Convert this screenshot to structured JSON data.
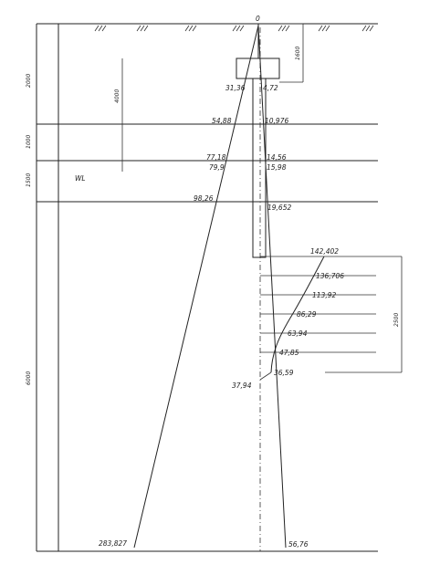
{
  "drawing": {
    "top_marker": "0",
    "wl_label": "WL",
    "dimensions": {
      "d2000": "2000",
      "d1000": "1000",
      "d1500": "1500",
      "d6000": "6000",
      "d4000": "4000",
      "d1600": "1600",
      "d2500": "2500"
    },
    "left_values": {
      "v1": "31,36",
      "v2": "54,88",
      "v3": "77,18",
      "v4": "79,9",
      "v5": "98,26",
      "v6": "37,94",
      "v7": "283,827"
    },
    "right_values": {
      "v1": "4,72",
      "v2": "10,976",
      "v3": "14,56",
      "v4": "15,98",
      "v5": "19,652",
      "v6": "56,76"
    },
    "anchor_values": [
      "142,402",
      "136,706",
      "113,92",
      "86,29",
      "63,94",
      "47,85",
      "36,59"
    ]
  }
}
